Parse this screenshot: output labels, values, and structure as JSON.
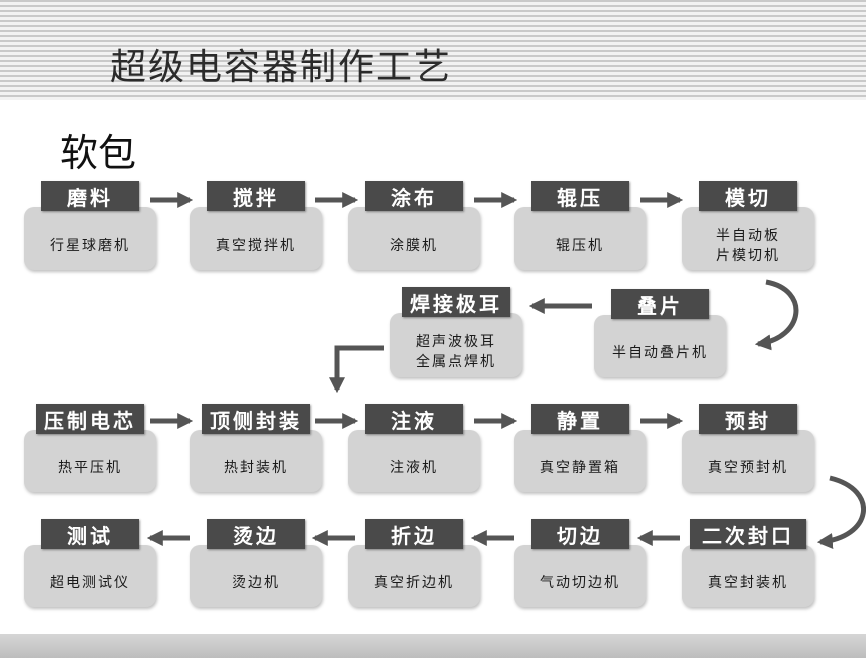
{
  "page_title": "超级电容器制作工艺",
  "section_title": "软包",
  "steps": [
    {
      "label": "磨料",
      "equipment": "行星球磨机"
    },
    {
      "label": "搅拌",
      "equipment": "真空搅拌机"
    },
    {
      "label": "涂布",
      "equipment": "涂膜机"
    },
    {
      "label": "辊压",
      "equipment": "辊压机"
    },
    {
      "label": "模切",
      "equipment": "半自动板\n片模切机"
    },
    {
      "label": "叠片",
      "equipment": "半自动叠片机"
    },
    {
      "label": "焊接极耳",
      "equipment": "超声波极耳\n全属点焊机"
    },
    {
      "label": "压制电芯",
      "equipment": "热平压机"
    },
    {
      "label": "顶侧封装",
      "equipment": "热封装机"
    },
    {
      "label": "注液",
      "equipment": "注液机"
    },
    {
      "label": "静置",
      "equipment": "真空静置箱"
    },
    {
      "label": "预封",
      "equipment": "真空预封机"
    },
    {
      "label": "二次封口",
      "equipment": "真空封装机"
    },
    {
      "label": "切边",
      "equipment": "气动切边机"
    },
    {
      "label": "折边",
      "equipment": "真空折边机"
    },
    {
      "label": "烫边",
      "equipment": "烫边机"
    },
    {
      "label": "测试",
      "equipment": "超电测试仪"
    }
  ]
}
